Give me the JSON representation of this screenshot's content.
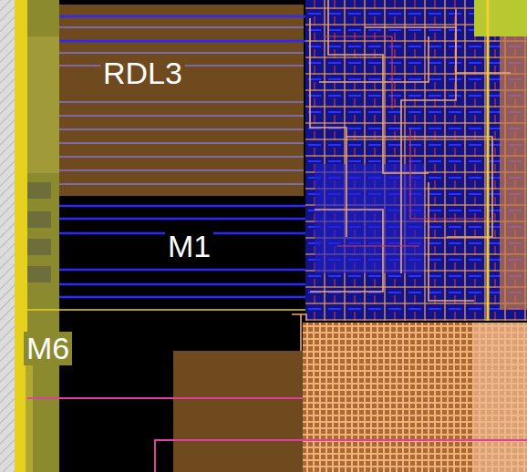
{
  "diagram": {
    "labels": [
      "RDL3",
      "M1",
      "M6"
    ]
  }
}
